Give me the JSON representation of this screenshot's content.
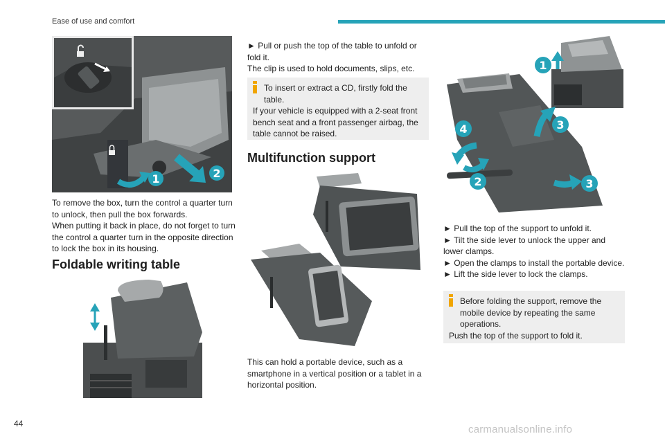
{
  "header": {
    "section_title": "Ease of use and comfort",
    "accent_color": "#26a3b8"
  },
  "left_column": {
    "box_removal_text": [
      "To remove the box, turn the control a quarter turn to unlock, then pull the box forwards.",
      "When putting it back in place, do not forget to turn the control a quarter turn in the opposite direction to lock the box in its housing."
    ],
    "writing_table_heading": "Foldable writing table"
  },
  "middle_column": {
    "table_instructions": [
      "► Pull or push the top of the table to unfold or fold it.",
      "The clip is used to hold documents, slips, etc."
    ],
    "cd_info": {
      "line1": "To insert or extract a CD, firstly fold the table.",
      "line2": "If your vehicle is equipped with a 2-seat front bench seat and a front passenger airbag, the table cannot be raised."
    },
    "multifunction_heading": "Multifunction support",
    "multifunction_text": "This can hold a portable device, such as a smartphone in a vertical position or a tablet in a horizontal position."
  },
  "right_column": {
    "steps": [
      "► Pull the top of the support to unfold it.",
      "► Tilt the side lever to unlock the upper and lower clamps.",
      "► Open the clamps to install the portable device.",
      "► Lift the side lever to lock the clamps."
    ],
    "fold_info": {
      "line1": "Before folding the support, remove the mobile device by repeating the same operations.",
      "line2": "Push the top of the support to fold it."
    }
  },
  "figures": {
    "box_callouts": [
      "1",
      "2"
    ],
    "support_callouts": [
      "1",
      "2",
      "3",
      "3",
      "4"
    ],
    "callout_color": "#26a3b8",
    "lock_icon": "lock-icon",
    "unlock_icon": "unlock-icon"
  },
  "footer": {
    "page_number": "44",
    "watermark": "carmanualsonline.info"
  }
}
